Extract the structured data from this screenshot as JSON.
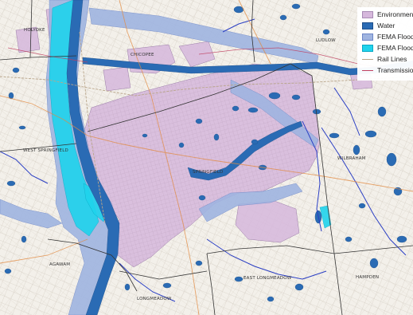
{
  "map": {
    "town_labels": [
      "HOLYOKE",
      "CHICOPEE",
      "LUDLOW",
      "WEST SPRINGFIELD",
      "SPRINGFIELD",
      "WILBRAHAM",
      "AGAWAM",
      "EAST LONGMEADOW",
      "LONGMEADOW",
      "HAMPDEN"
    ]
  },
  "legend": {
    "items": [
      {
        "label": "Environmental Justice",
        "color": "#d6b8dc",
        "kind": "fill"
      },
      {
        "label": "Water",
        "color": "#2a6bb4",
        "kind": "fill"
      },
      {
        "label": "FEMA Flood Zone",
        "color": "#9fb4e0",
        "kind": "fill"
      },
      {
        "label": "FEMA Floodway",
        "color": "#1fd3ec",
        "kind": "fill"
      },
      {
        "label": "Rail Lines",
        "color": "#b9a58a",
        "kind": "line"
      },
      {
        "label": "Transmission Lines",
        "color": "#c04060",
        "kind": "line"
      }
    ]
  }
}
